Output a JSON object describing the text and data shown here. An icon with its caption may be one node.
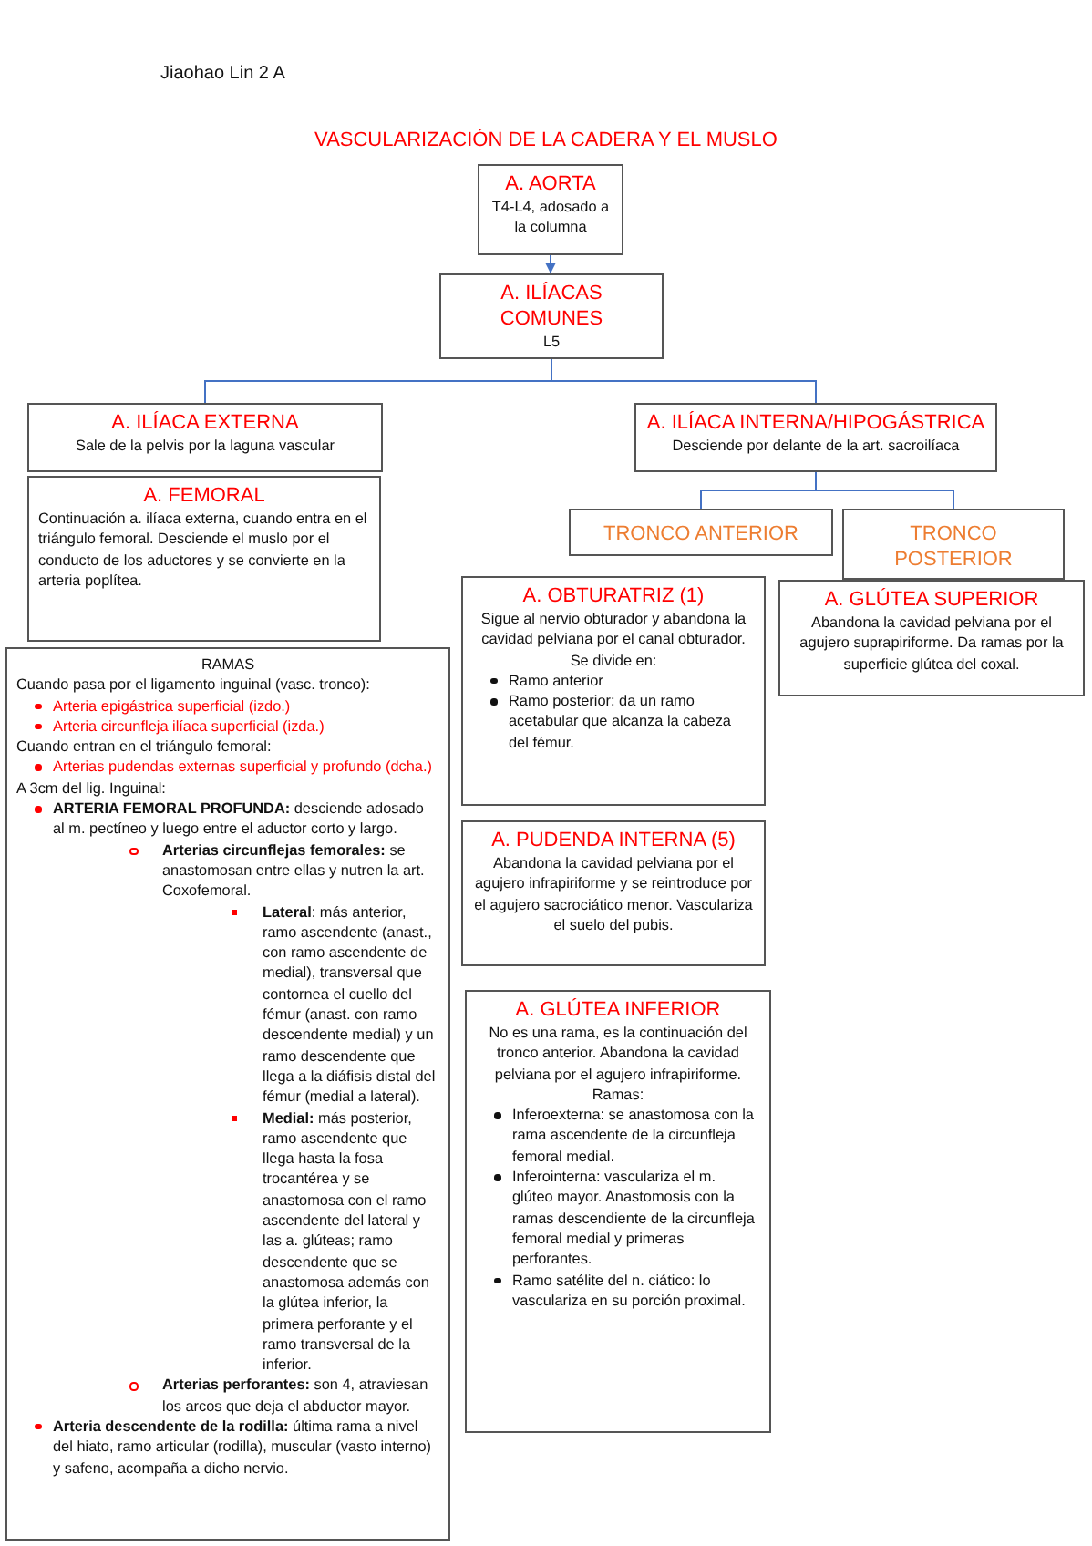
{
  "diagram": {
    "title": "VASCULARIZACIÓN DE LA CADERA Y EL MUSLO",
    "nodes": [
      {
        "text": [
          "A. AORTA",
          "T4-L4, adosado a la columna"
        ]
      },
      {
        "text": [
          "A. ILÍACAS COMUNES",
          "L5"
        ]
      },
      {
        "text": [
          "A. ILÍACA EXTERNA",
          "Sale de la pelvis por la laguna vascular"
        ]
      },
      {
        "text": [
          "A. ILÍACA INTERNA/HIPOGÁSTRICA",
          "Desciende por delante de la art. sacroilíaca"
        ]
      },
      {
        "text": [
          "A. FEMORAL",
          "Continuación a. ilíaca externa, cuando entra en el triángulo femoral. Desciende el muslo por el conducto de los aductores y se convierte en la arteria poplítea."
        ]
      },
      {
        "text": [
          "RAMAS",
          "Cuando pasa por el ligamento inguinal (vasc. tronco):",
          "Arteria epigástrica superficial (izdo.)",
          "Arteria circunfleja ilíaca superficial (izda.)",
          "Cuando entran en el triángulo femoral:",
          "Arterias pudendas externas superficial y profundo (dcha.)",
          "A 3cm del lig. Inguinal:",
          "**ARTERIA FEMORAL PROFUNDA:** desciende adosado al m. pectíneo y luego entre el aductor corto y largo.",
          "**Arterias circunflejas femorales:** se anastomosan entre ellas y nutren la art. Coxofemoral.",
          "**Lateral**: más anterior, ramo ascendente (anast., con ramo ascendente de medial), transversal que contornea el cuello del fémur (anast. con ramo descendente medial) y un ramo descendente que llega a la diáfisis distal del fémur (medial a lateral).",
          "**Medial:** más posterior, ramo ascendente que llega hasta la fosa trocantérea y se anastomosa con el ramo ascendente del lateral y las a. glúteas; ramo descendente que se anastomosa además con la glútea inferior, la primera perforante y el ramo transversal de la inferior.",
          "**Arterias perforantes:** son 4, atraviesan los arcos que deja el abductor mayor.",
          "**Arteria descendente de la rodilla:** última rama a nivel del hiato, ramo articular (rodilla), muscular (vasto interno) y safeno, acompaña a dicho nervio."
        ]
      },
      {
        "text": [
          "TRONCO ANTERIOR"
        ]
      },
      {
        "text": [
          "TRONCO POSTERIOR"
        ]
      },
      {
        "text": [
          "A. OBTURATRIZ (1)",
          "Sigue al nervio obturador y abandona la cavidad pelviana por el canal obturador.",
          "Se divide en:",
          "Ramo anterior",
          "Ramo posterior: da un ramo acetabular que alcanza la cabeza del fémur."
        ]
      },
      {
        "text": [
          "A. PUDENDA INTERNA (5)",
          "Abandona la cavidad pelviana por el agujero infrapiriforme y se reintroduce por el agujero sacrociático menor. Vasculariza el suelo del pubis."
        ]
      },
      {
        "text": [
          "A. GLÚTEA INFERIOR",
          "No es una rama, es la continuación del tronco anterior. Abandona la cavidad pelviana por el agujero infrapiriforme. Ramas:",
          "Inferoexterna: se anastomosa con la rama ascendente de la circunfleja femoral medial.",
          "Inferointerna: vasculariza el m. glúteo mayor. Anastomosis con la ramas descendiente de la circunfleja femoral medial y primeras perforantes.",
          "Ramo satélite del n. ciático: lo vasculariza en su porción proximal."
        ]
      },
      {
        "text": [
          "A. GLÚTEA SUPERIOR",
          "Abandona la cavidad pelviana por el agujero suprapiriforme. Da ramas por la superficie glútea del coxal."
        ]
      }
    ],
    "edges": [
      {
        "from": 0,
        "to": 1,
        "arrow": "to"
      },
      {
        "from": 1,
        "to": 2,
        "arrow": "none"
      },
      {
        "from": 1,
        "to": 3,
        "arrow": "none"
      },
      {
        "from": 3,
        "to": 6,
        "arrow": "none"
      },
      {
        "from": 3,
        "to": 7,
        "arrow": "none"
      }
    ],
    "labels": [
      "Jiaohao Lin 2 A"
    ]
  }
}
